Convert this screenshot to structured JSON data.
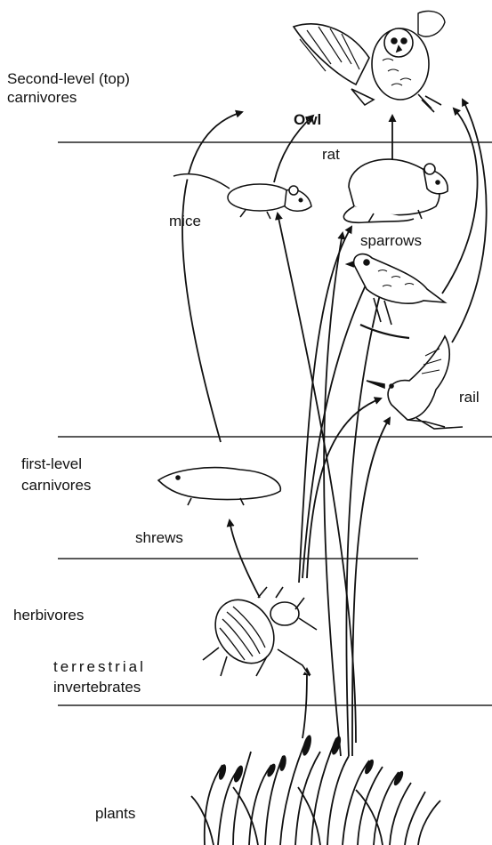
{
  "levels": {
    "top_carnivores": {
      "line1": "Second-level (top)",
      "line2": "carnivores"
    },
    "first_carnivores": {
      "line1": "first-level",
      "line2": "carnivores"
    },
    "herbivores": "herbivores",
    "plants": "plants"
  },
  "organisms": {
    "owl": "Owl",
    "rat": "rat",
    "mice": "mice",
    "sparrows": "sparrows",
    "rail": "rail",
    "shrews": "shrews",
    "invertebrates": {
      "line1": "terrestrial",
      "line2": "invertebrates"
    }
  },
  "icons": [
    "owl-icon",
    "rat-icon",
    "mouse-icon",
    "sparrow-icon",
    "rail-icon",
    "shrew-icon",
    "beetle-icon",
    "grass-icon"
  ]
}
